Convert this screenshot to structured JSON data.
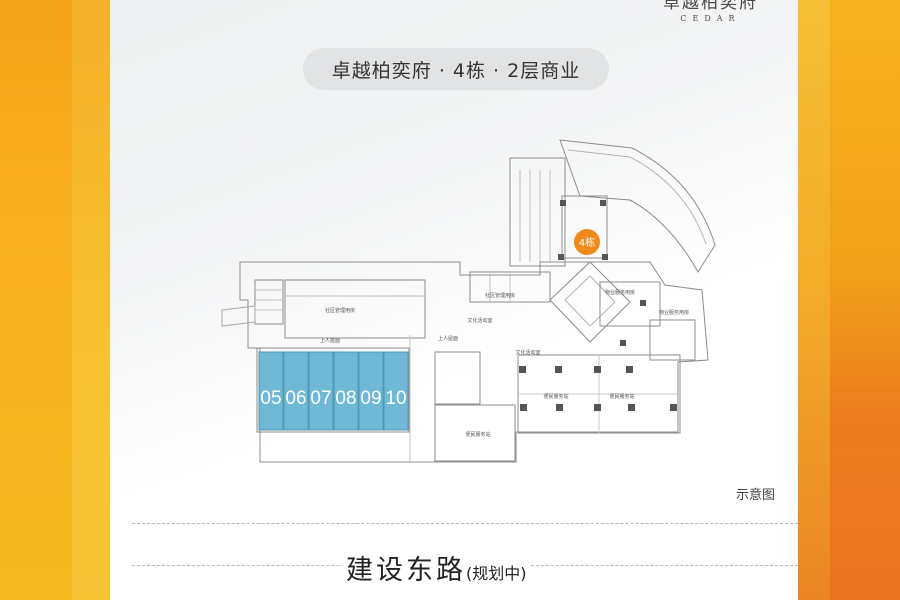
{
  "brand": {
    "name_cn": "卓越柏奕府",
    "name_en": "CEDAR"
  },
  "title": "卓越柏奕府 · 4栋 · 2层商业",
  "building_badge": "4栋",
  "units": [
    "05",
    "06",
    "07",
    "08",
    "09",
    "10"
  ],
  "room_labels": {
    "community_mgmt": "社区管理用房",
    "up_stair": "上人屋面",
    "community_office": "社区管理用房",
    "culture_1": "文化活动室",
    "culture_2": "文化活动室",
    "property_service": "物业服务用房",
    "property_office": "物业服务用房",
    "service_1": "便民服务站",
    "service_2": "便民服务站",
    "service_3": "便民服务站",
    "up_stair_2": "上人屋面"
  },
  "caption": "示意图",
  "road": {
    "name": "建设东路",
    "note": "(规划中)"
  },
  "colors": {
    "unit_fill": "#6fb9d6",
    "badge": "#f08a1c",
    "side_yellow": "#f4b21d",
    "side_orange": "#ea7420"
  }
}
